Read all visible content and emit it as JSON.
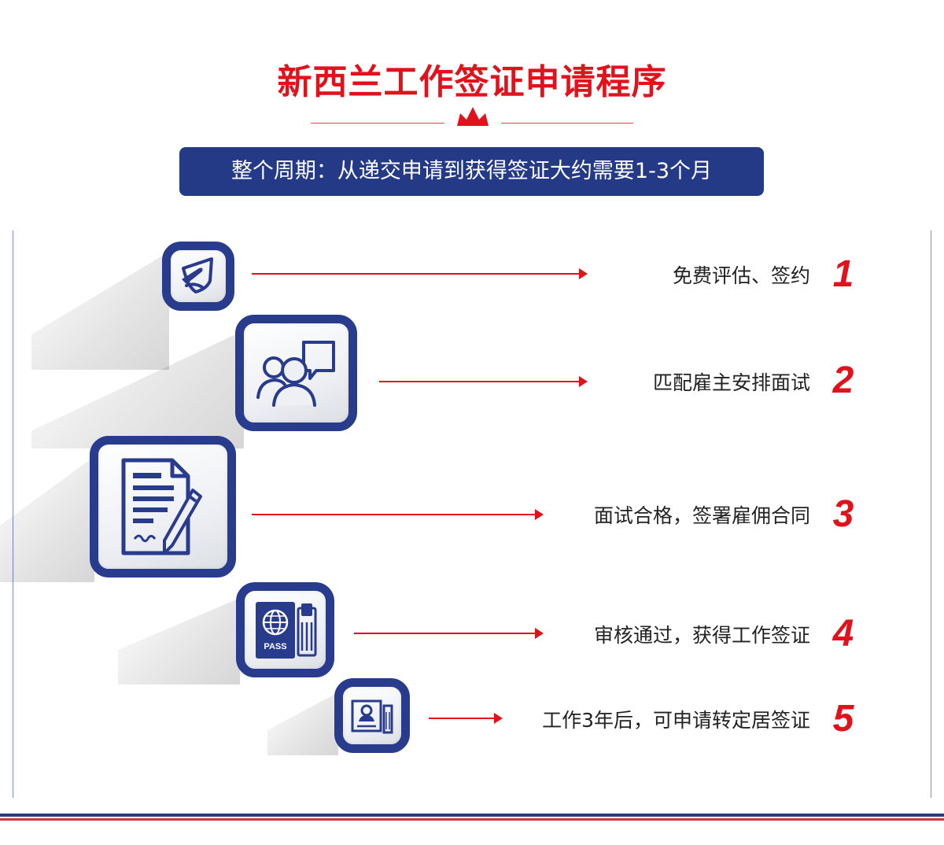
{
  "title": "新西兰工作签证申请程序",
  "period": "整个周期：从递交申请到获得签证大约需要1-3个月",
  "colors": {
    "accent_red": "#e0121b",
    "navy": "#253a87"
  },
  "steps": [
    {
      "number": "1",
      "label": "免费评估、签约",
      "icon": "pen-signing-icon"
    },
    {
      "number": "2",
      "label": "匹配雇主安排面试",
      "icon": "people-chat-icon"
    },
    {
      "number": "3",
      "label": "面试合格，签署雇佣合同",
      "icon": "contract-pen-icon"
    },
    {
      "number": "4",
      "label": "审核通过，获得工作签证",
      "icon": "passport-icon",
      "badge": "PASS"
    },
    {
      "number": "5",
      "label": "工作3年后，可申请转定居签证",
      "icon": "id-card-icon"
    }
  ]
}
